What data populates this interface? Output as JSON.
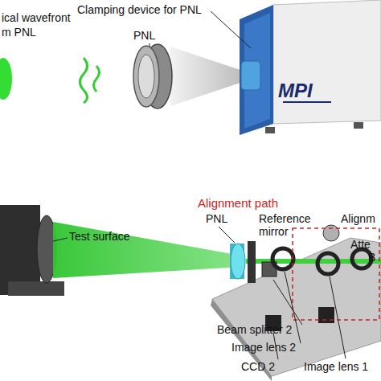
{
  "diagram": {
    "labels": [
      "ical wavefront",
      "m PNL",
      "PNL",
      "Clamping device for PNL",
      "MPI",
      "Test surface",
      "PNL",
      "Alignment path",
      "Reference mirror",
      "Alignm",
      "Atte",
      "B",
      "Beam splitter 2",
      "Image lens 2",
      "CCD 2",
      "Image lens 1"
    ]
  }
}
